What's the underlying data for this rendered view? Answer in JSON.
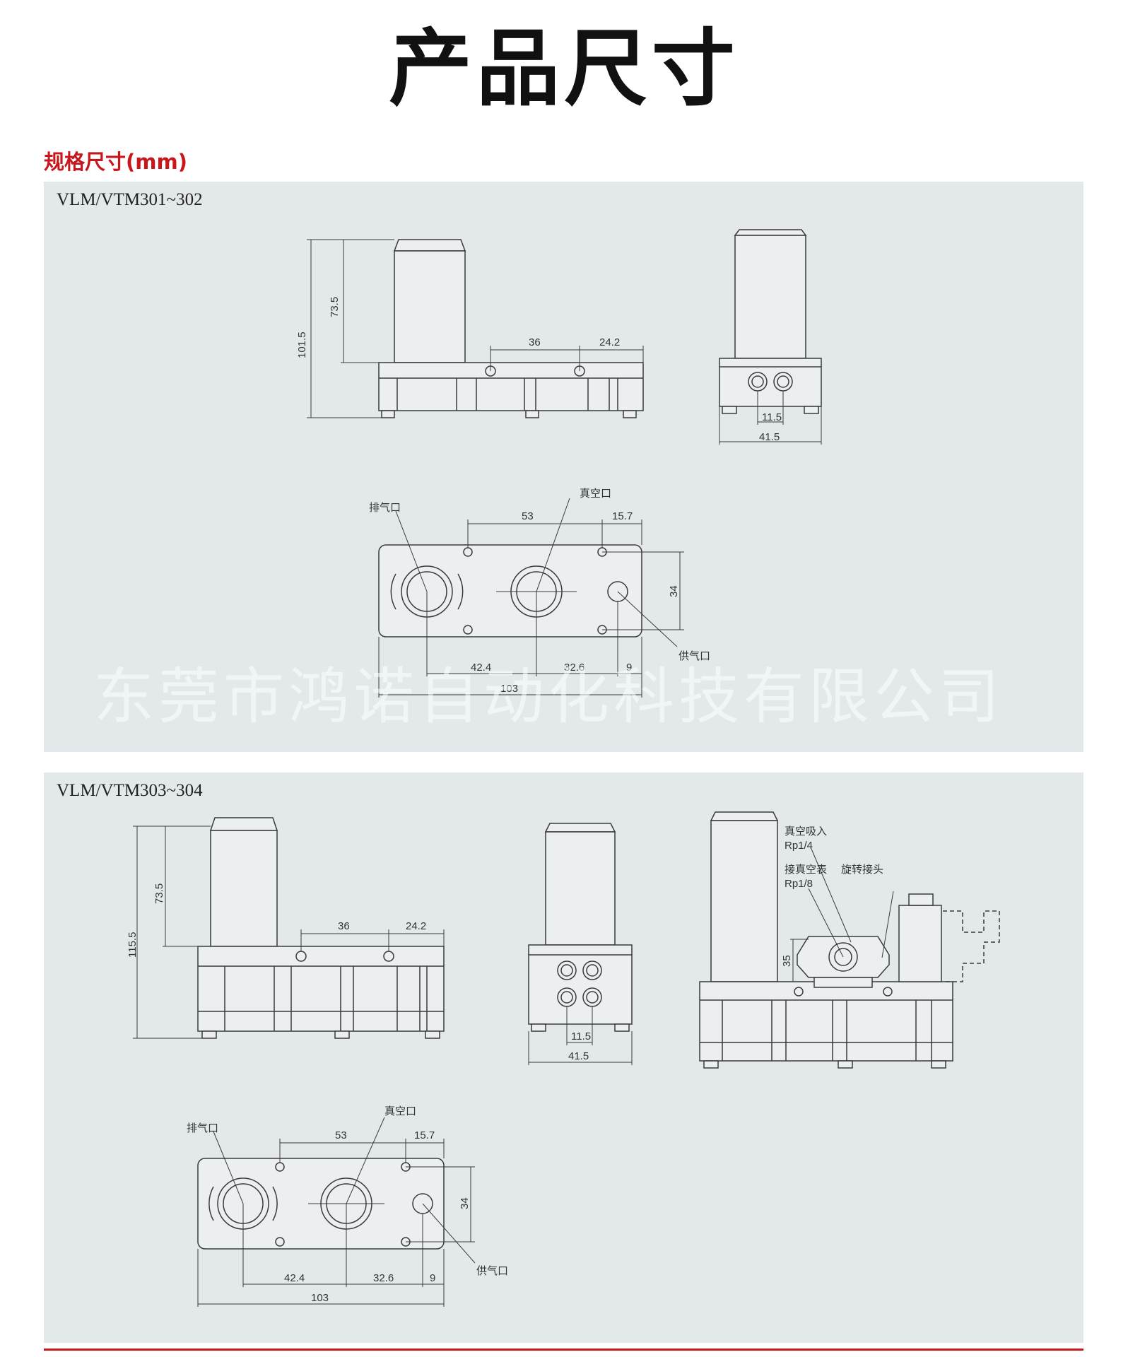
{
  "page": {
    "title": "产品尺寸",
    "subtitle": "规格尺寸(mm)",
    "watermark": "东莞市鸿诺自动化科技有限公司",
    "accent_color": "#c8161d",
    "panel_color": "#e3e8eb"
  },
  "panel1": {
    "model": "VLM/VTM301~302",
    "dims": {
      "total_height": "101.5",
      "coil_height": "73.5",
      "hole_spacing_top": "36",
      "hole_edge_top": "24.2",
      "port_spacing_side": "11.5",
      "width_side": "41.5",
      "bottom_53": "53",
      "bottom_15_7": "15.7",
      "bottom_34": "34",
      "bottom_42_4": "42.4",
      "bottom_32_6": "32.6",
      "bottom_9": "9",
      "bottom_103": "103"
    },
    "labels": {
      "exhaust": "排气口",
      "vacuum": "真空口",
      "supply": "供气口"
    }
  },
  "panel2": {
    "model": "VLM/VTM303~304",
    "dims": {
      "total_height": "115.5",
      "coil_height": "73.5",
      "hole_spacing_top": "36",
      "hole_edge_top": "24.2",
      "port_spacing_side": "11.5",
      "width_side": "41.5",
      "gauge_height": "35",
      "bottom_53": "53",
      "bottom_15_7": "15.7",
      "bottom_34": "34",
      "bottom_42_4": "42.4",
      "bottom_32_6": "32.6",
      "bottom_9": "9",
      "bottom_103": "103"
    },
    "labels": {
      "exhaust": "排气口",
      "vacuum": "真空口",
      "supply": "供气口",
      "vacuum_suction": "真空吸入",
      "rp14": "Rp1/4",
      "gauge_port": "接真空表",
      "rp18": "Rp1/8",
      "swivel": "旋转接头"
    }
  }
}
